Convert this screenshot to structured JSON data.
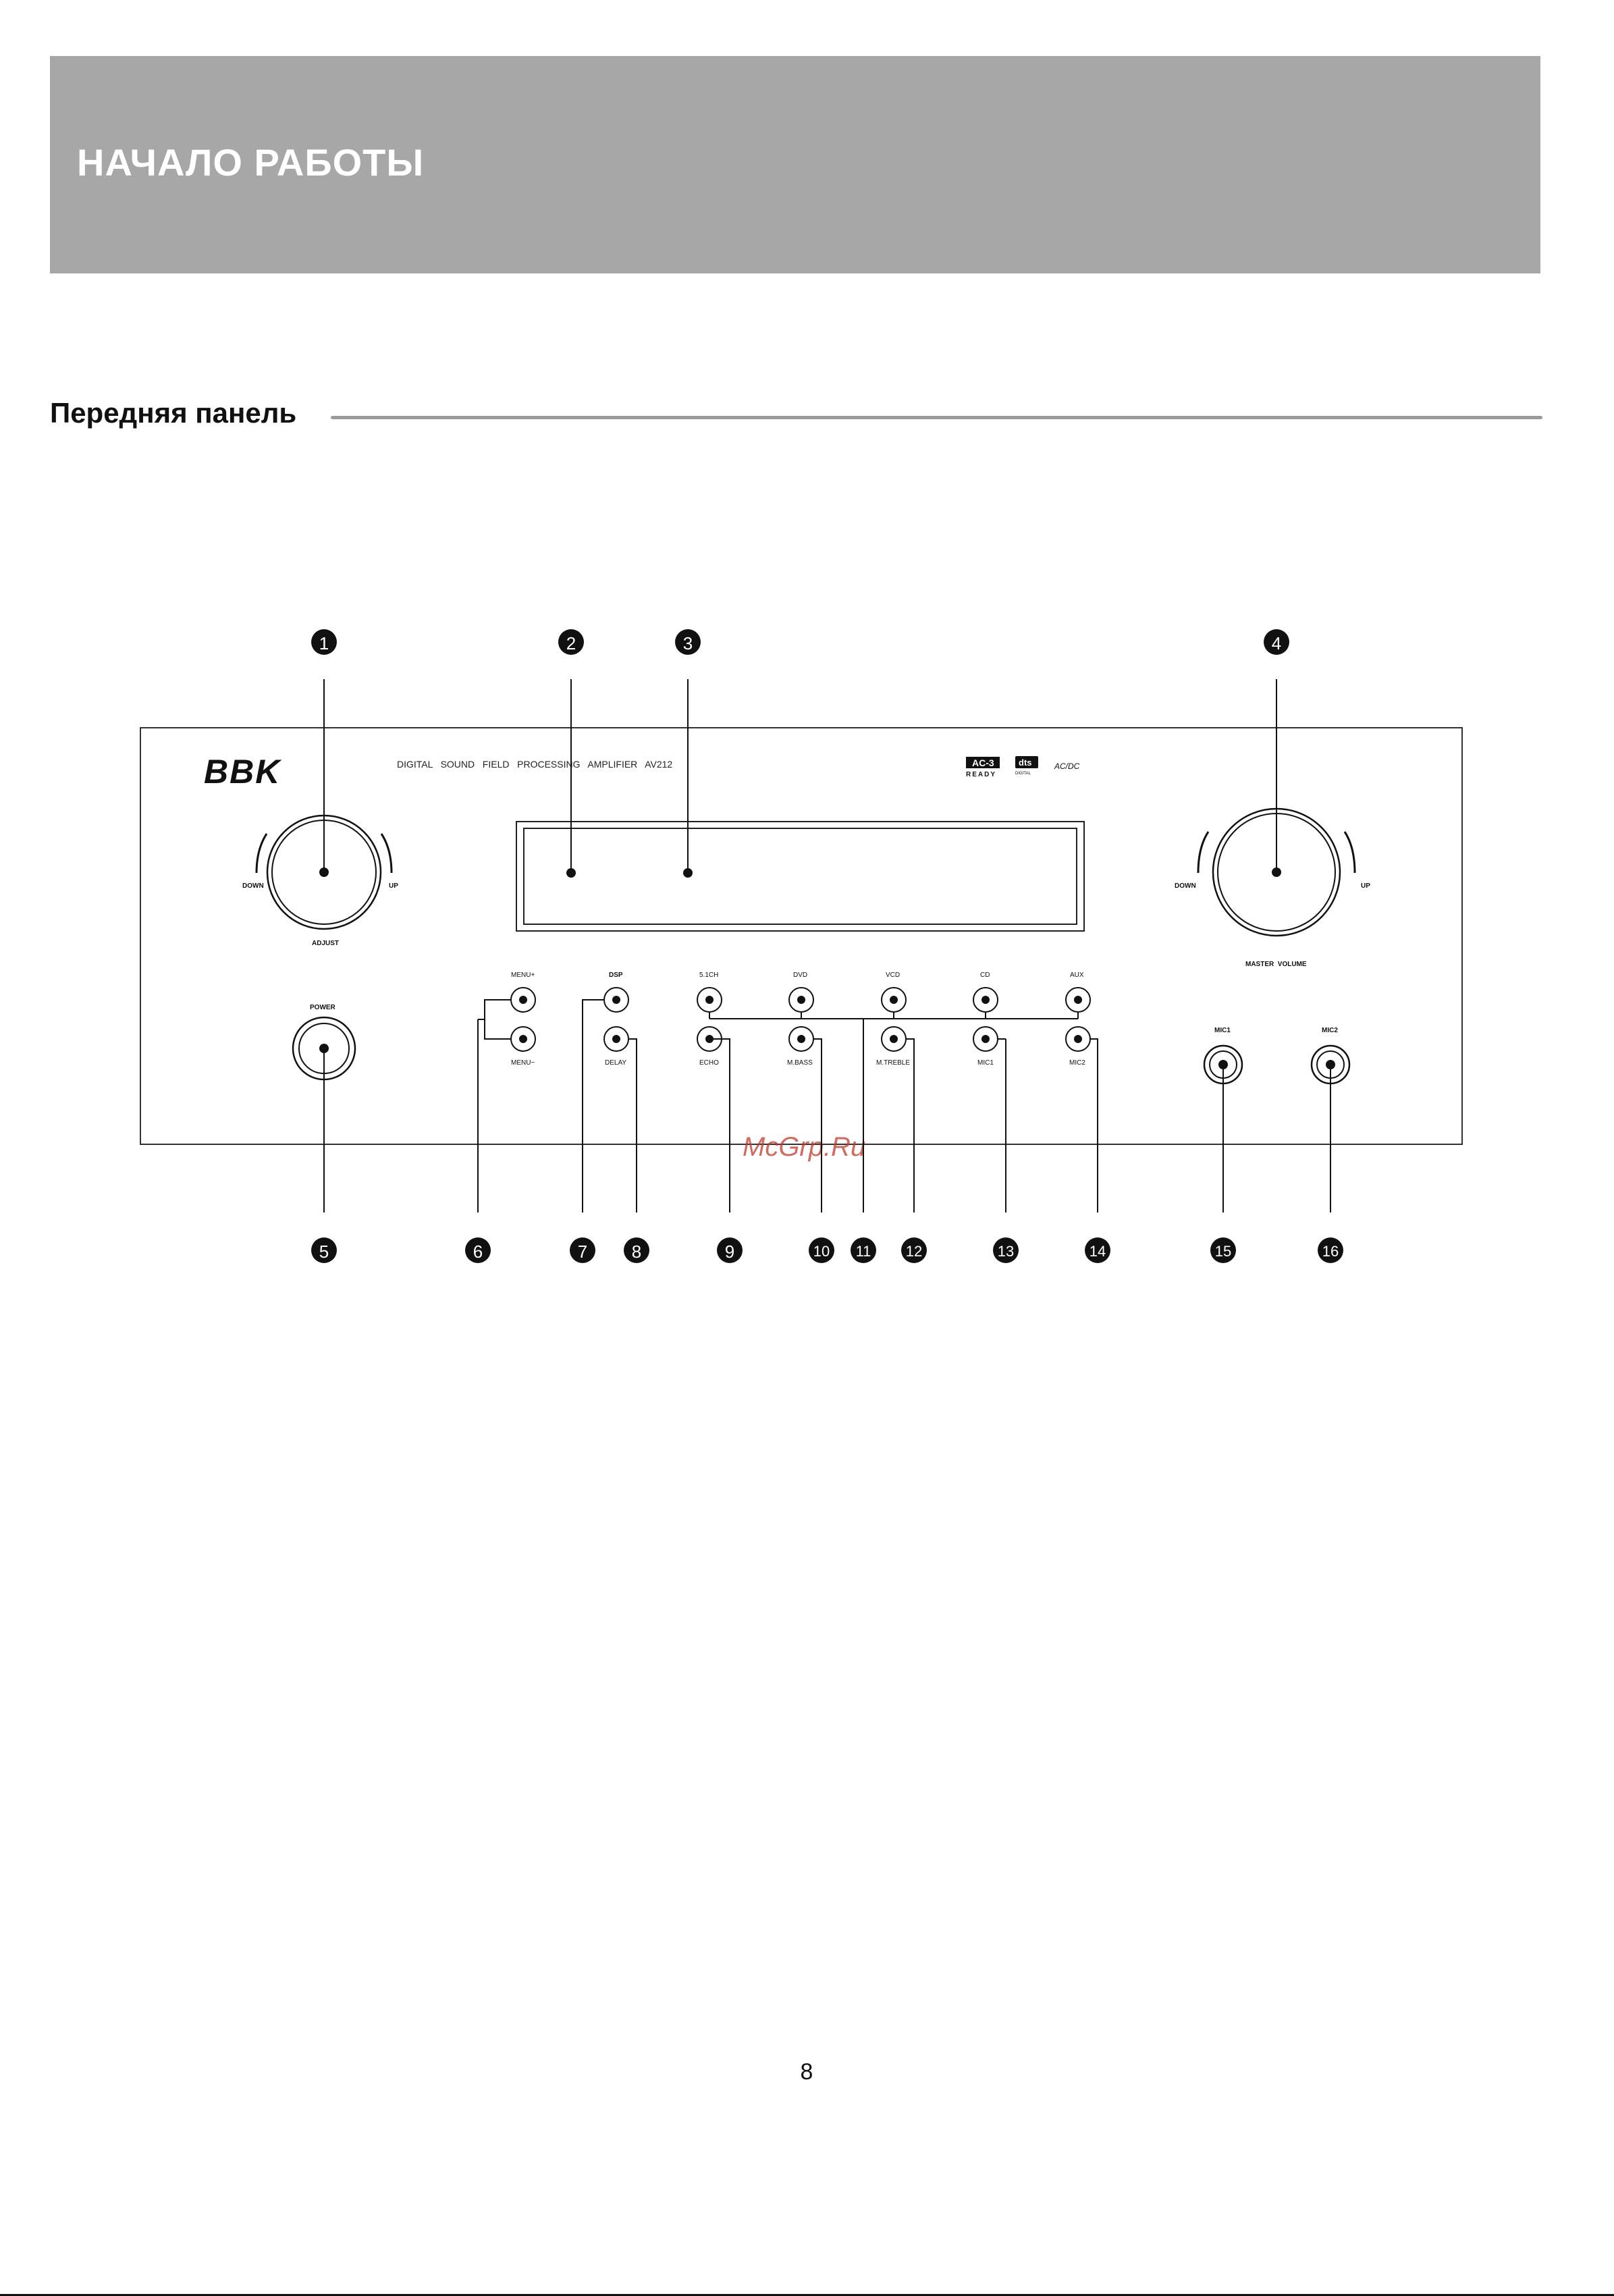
{
  "header": {
    "title": "НАЧАЛО РАБОТЫ"
  },
  "section": {
    "title": "Передняя панель"
  },
  "panel": {
    "brand": "BBK",
    "model_line": "DIGITAL   SOUND   FIELD   PROCESSING   AMPLIFIER   AV212",
    "logos": {
      "ac3": "AC-3",
      "ready": "READY",
      "dts": "dts",
      "dts_sub": "DIGITAL",
      "other": "AC/DC"
    },
    "adjust_knob": {
      "down": "DOWN",
      "up": "UP",
      "label": "ADJUST"
    },
    "volume_knob": {
      "down": "DOWN",
      "up": "UP",
      "label": "MASTER  VOLUME"
    },
    "power_label": "POWER",
    "buttons_top": [
      "MENU+",
      "DSP",
      "5.1CH",
      "DVD",
      "VCD",
      "CD",
      "AUX"
    ],
    "buttons_bottom": [
      "MENU−",
      "DELAY",
      "ECHO",
      "M.BASS",
      "M.TREBLE",
      "MIC1",
      "MIC2"
    ],
    "jacks": [
      "MIC1",
      "MIC2"
    ],
    "watermark": "McGrp.Ru"
  },
  "callouts": {
    "top": [
      "1",
      "2",
      "3",
      "4"
    ],
    "bottom": [
      "5",
      "6",
      "7",
      "8",
      "9",
      "10",
      "11",
      "12",
      "13",
      "14",
      "15",
      "16"
    ]
  },
  "footer": {
    "page_number": "8"
  }
}
